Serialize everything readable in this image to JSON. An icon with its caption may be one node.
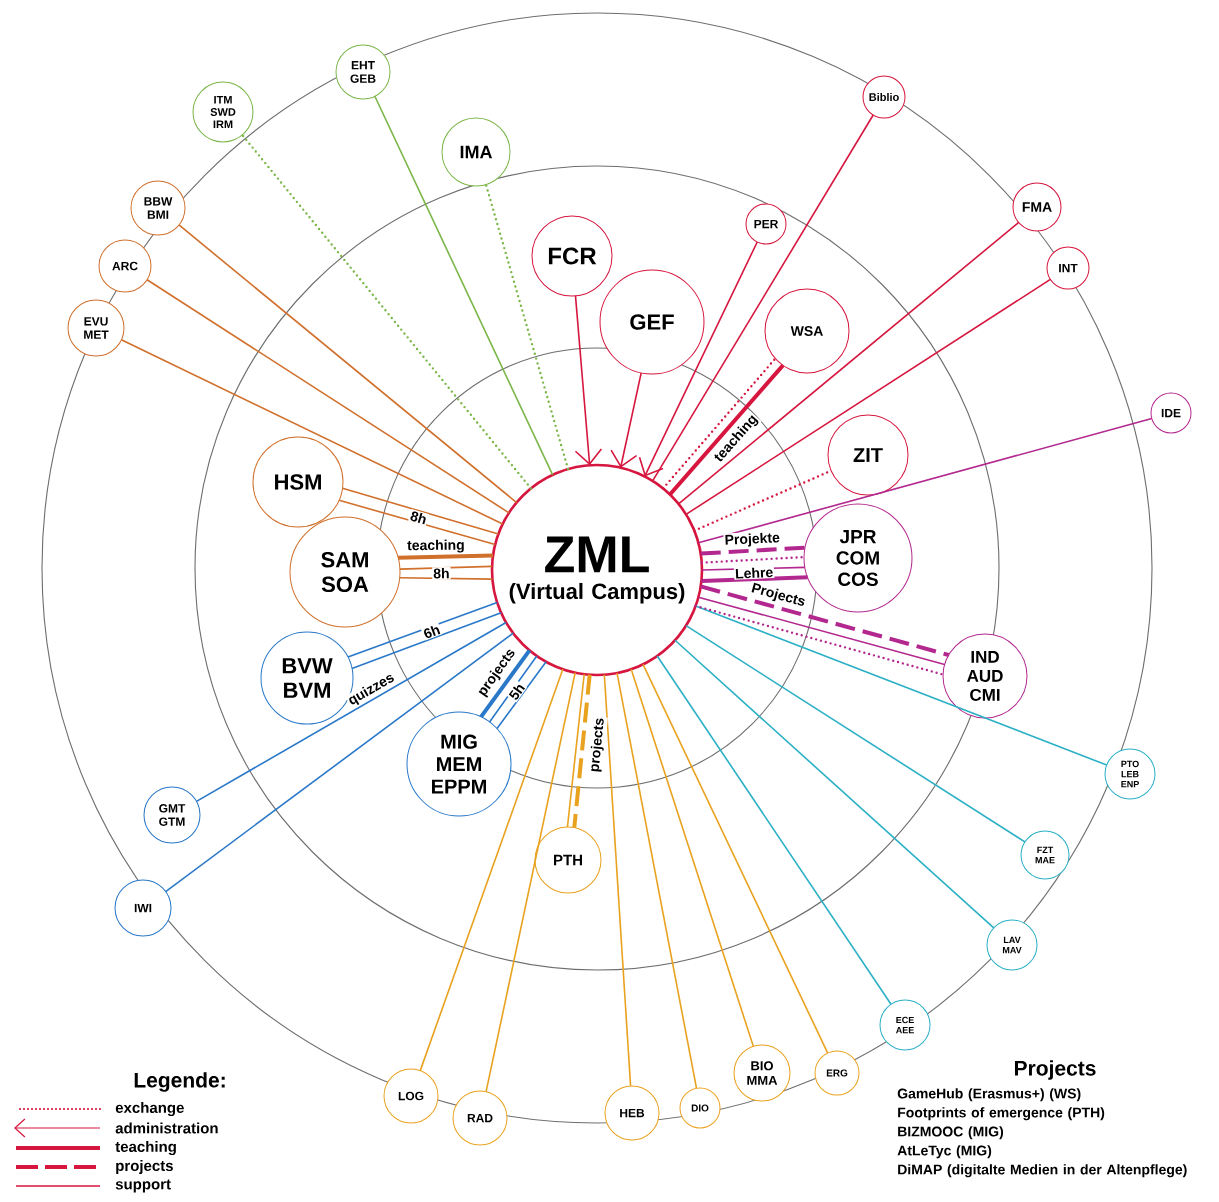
{
  "diagram": {
    "nodes": [
      {
        "text": [
          "ZML",
          "(Virtual Campus)"
        ]
      },
      {
        "text": [
          "EHT GEB"
        ]
      },
      {
        "text": [
          "ITM SWD IRM"
        ]
      },
      {
        "text": [
          "IMA"
        ]
      },
      {
        "text": [
          "BBW BMI"
        ]
      },
      {
        "text": [
          "ARC"
        ]
      },
      {
        "text": [
          "EVU MET"
        ]
      },
      {
        "text": [
          "HSM"
        ]
      },
      {
        "text": [
          "SAM SOA"
        ]
      },
      {
        "text": [
          "BVW BVM"
        ]
      },
      {
        "text": [
          "MIG MEM EPPM"
        ]
      },
      {
        "text": [
          "GMT GTM"
        ]
      },
      {
        "text": [
          "IWI"
        ]
      },
      {
        "text": [
          "PTH"
        ]
      },
      {
        "text": [
          "LOG"
        ]
      },
      {
        "text": [
          "RAD"
        ]
      },
      {
        "text": [
          "HEB"
        ]
      },
      {
        "text": [
          "DIO"
        ]
      },
      {
        "text": [
          "BIO MMA"
        ]
      },
      {
        "text": [
          "ERG"
        ]
      },
      {
        "text": [
          "PTO LEB ENP"
        ]
      },
      {
        "text": [
          "FZT MAE"
        ]
      },
      {
        "text": [
          "LAV MAV"
        ]
      },
      {
        "text": [
          "ECE AEE"
        ]
      },
      {
        "text": [
          "IND AUD CMI"
        ]
      },
      {
        "text": [
          "JPR COM COS"
        ]
      },
      {
        "text": [
          "IDE"
        ]
      },
      {
        "text": [
          "ZIT"
        ]
      },
      {
        "text": [
          "WSA"
        ]
      },
      {
        "text": [
          "INT"
        ]
      },
      {
        "text": [
          "FMA"
        ]
      },
      {
        "text": [
          "PER"
        ]
      },
      {
        "text": [
          "Biblio"
        ]
      },
      {
        "text": [
          "GEF"
        ]
      },
      {
        "text": [
          "FCR"
        ]
      }
    ],
    "edges": [
      {
        "from": 0,
        "to": 1,
        "arrow": "none",
        "color": "#7ab648"
      },
      {
        "from": 0,
        "to": 2,
        "arrow": "none",
        "style": "dashed",
        "color": "#7ab648"
      },
      {
        "from": 0,
        "to": 3,
        "arrow": "none",
        "style": "dashed",
        "color": "#7ab648"
      },
      {
        "from": 0,
        "to": 4,
        "arrow": "none",
        "color": "#d0702c"
      },
      {
        "from": 0,
        "to": 5,
        "arrow": "none",
        "color": "#d0702c"
      },
      {
        "from": 0,
        "to": 6,
        "arrow": "none",
        "color": "#d0702c"
      },
      {
        "from": 0,
        "to": 7,
        "arrow": "none",
        "color": "#d0702c",
        "label": "8h"
      },
      {
        "from": 0,
        "to": 7,
        "arrow": "none",
        "color": "#d0702c"
      },
      {
        "from": 0,
        "to": 8,
        "arrow": "none",
        "style": "thick",
        "color": "#d0702c",
        "label": "teaching"
      },
      {
        "from": 0,
        "to": 8,
        "arrow": "none",
        "color": "#d0702c",
        "label": "8h"
      },
      {
        "from": 0,
        "to": 8,
        "arrow": "none",
        "color": "#d0702c"
      },
      {
        "from": 0,
        "to": 9,
        "arrow": "none",
        "color": "#2a78c8",
        "label": "6h"
      },
      {
        "from": 0,
        "to": 9,
        "arrow": "none",
        "color": "#2a78c8"
      },
      {
        "from": 0,
        "to": 10,
        "arrow": "none",
        "style": "thick",
        "color": "#2a78c8",
        "label": "projects"
      },
      {
        "from": 0,
        "to": 10,
        "arrow": "none",
        "color": "#2a78c8",
        "label": "5h"
      },
      {
        "from": 0,
        "to": 10,
        "arrow": "none",
        "color": "#2a78c8"
      },
      {
        "from": 0,
        "to": 11,
        "arrow": "none",
        "color": "#2a78c8",
        "label": "quizzes"
      },
      {
        "from": 0,
        "to": 12,
        "arrow": "none",
        "color": "#2a78c8"
      },
      {
        "from": 0,
        "to": 13,
        "arrow": "none",
        "style": "dashed",
        "color": "#e9a21f",
        "label": "projects"
      },
      {
        "from": 0,
        "to": 13,
        "arrow": "none",
        "color": "#e9a21f"
      },
      {
        "from": 0,
        "to": 14,
        "arrow": "none",
        "color": "#e9a21f"
      },
      {
        "from": 0,
        "to": 15,
        "arrow": "none",
        "color": "#e9a21f"
      },
      {
        "from": 0,
        "to": 16,
        "arrow": "none",
        "color": "#e9a21f"
      },
      {
        "from": 0,
        "to": 17,
        "arrow": "none",
        "color": "#e9a21f"
      },
      {
        "from": 0,
        "to": 18,
        "arrow": "none",
        "color": "#e9a21f"
      },
      {
        "from": 0,
        "to": 19,
        "arrow": "none",
        "color": "#e9a21f"
      },
      {
        "from": 0,
        "to": 20,
        "arrow": "none",
        "color": "#2bb0c5"
      },
      {
        "from": 0,
        "to": 21,
        "arrow": "none",
        "color": "#2bb0c5"
      },
      {
        "from": 0,
        "to": 22,
        "arrow": "none",
        "color": "#2bb0c5"
      },
      {
        "from": 0,
        "to": 23,
        "arrow": "none",
        "color": "#2bb0c5"
      },
      {
        "from": 0,
        "to": 24,
        "arrow": "none",
        "style": "dashed",
        "color": "#b3288f",
        "label": "Projects"
      },
      {
        "from": 0,
        "to": 24,
        "arrow": "none",
        "color": "#b3288f"
      },
      {
        "from": 0,
        "to": 24,
        "arrow": "none",
        "style": "dashed",
        "color": "#b3288f"
      },
      {
        "from": 0,
        "to": 25,
        "arrow": "none",
        "style": "dashed",
        "color": "#b3288f",
        "label": "Projekte"
      },
      {
        "from": 0,
        "to": 25,
        "arrow": "none",
        "style": "dashed",
        "color": "#b3288f"
      },
      {
        "from": 0,
        "to": 25,
        "arrow": "none",
        "color": "#b3288f"
      },
      {
        "from": 0,
        "to": 25,
        "arrow": "none",
        "style": "thick",
        "color": "#b3288f",
        "label": "Lehre"
      },
      {
        "from": 0,
        "to": 26,
        "arrow": "none",
        "color": "#b3288f"
      },
      {
        "from": 0,
        "to": 27,
        "arrow": "none",
        "style": "dashed",
        "color": "#d6163e"
      },
      {
        "from": 0,
        "to": 28,
        "arrow": "none",
        "style": "dashed",
        "color": "#d6163e"
      },
      {
        "from": 0,
        "to": 28,
        "arrow": "none",
        "style": "thick",
        "color": "#d6163e",
        "label": "teaching"
      },
      {
        "from": 0,
        "to": 29,
        "arrow": "none",
        "color": "#d6163e"
      },
      {
        "from": 0,
        "to": 30,
        "arrow": "none",
        "color": "#d6163e"
      },
      {
        "from": 31,
        "to": 0,
        "arrow": "to",
        "color": "#d6163e"
      },
      {
        "from": 0,
        "to": 32,
        "arrow": "none",
        "color": "#d6163e"
      },
      {
        "from": 33,
        "to": 0,
        "arrow": "to",
        "color": "#d6163e"
      },
      {
        "from": 34,
        "to": 0,
        "arrow": "to",
        "color": "#d6163e"
      }
    ],
    "labels": [
      "Legende:",
      "Projects",
      "GameHub (Erasmus+) (WS)",
      "Footprints of emergence (PTH)",
      "BIZMOOC (MIG)",
      "AtLeTyc (MIG)",
      "DiMAP (digitalte Medien in der Altenpflege)"
    ],
    "legend": [
      {
        "text": "exchange"
      },
      {
        "text": "administration"
      },
      {
        "text": "teaching"
      },
      {
        "text": "projects"
      },
      {
        "text": "support"
      }
    ]
  }
}
